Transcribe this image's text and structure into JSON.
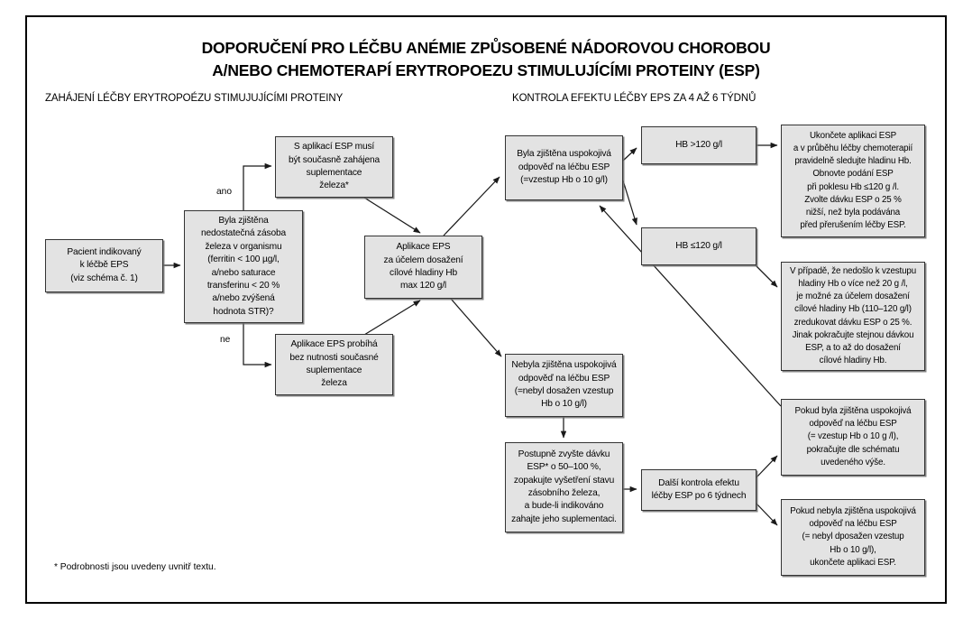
{
  "document": {
    "title_line1": "DOPORUČENÍ PRO LÉČBU ANÉMIE ZPŮSOBENÉ NÁDOROVOU CHOROBOU",
    "title_line2": "A/NEBO CHEMOTERAPÍ ERYTROPOEZU STIMULUJÍCÍMI PROTEINY (ESP)",
    "section_left": "ZAHÁJENÍ LÉČBY ERYTROPOÉZU STIMUJUJÍCÍMI PROTEINY",
    "section_right": "KONTROLA EFEKTU LÉČBY EPS ZA 4 AŽ 6 TÝDNŮ",
    "footnote": "* Podrobnosti jsou uvedeny uvnitř textu."
  },
  "colors": {
    "node_fill": "#e3e3e3",
    "node_border": "#333333",
    "frame_border": "#000000",
    "text": "#000000",
    "page_background": "#ffffff"
  },
  "nodes": {
    "patient_start": "Pacient indikovaný\nk léčbě EPS\n(viz schéma č. 1)",
    "iron_decision": "Byla zjištěna\nnedostatečná zásoba\nželeza v organismu\n(ferritin < 100 µg/l,\na/nebo saturace\ntransferinu < 20 %\na/nebo zvýšená\nhodnota STR)?",
    "iron_supplement_yes": "S aplikací ESP musí\nbýt současně zahájena\nsuplementace\nželeza*",
    "iron_supplement_no": "Aplikace EPS probíhá\nbez nutnosti současné\nsuplementace\nželeza",
    "eps_application": "Aplikace EPS\nza účelem dosažení\ncílové hladiny Hb\nmax 120 g/l",
    "response_yes": "Byla zjištěna uspokojivá\nodpověď na léčbu ESP\n(=vzestup Hb o 10 g/l)",
    "response_no": "Nebyla zjištěna uspokojivá\nodpověď na léčbu ESP\n(=nebyl dosažen vzestup\nHb o 10 g/l)",
    "hb_above": "HB >120 g/l",
    "hb_below": "HB ≤120 g/l",
    "stop_esp": "Ukončete aplikaci ESP\na v průběhu léčby chemoterapií\npravidelně sledujte hladinu Hb.\nObnovte podání ESP\npři poklesu Hb ≤120 g /l.\nZvolte dávku ESP o 25 %\nnižší, než byla podávána\npřed přerušením léčby ESP.",
    "reduce_dose": "V případě, že nedošlo k vzestupu\nhladiny Hb o více než 20 g /l,\nje možné za účelem dosažení\ncílové hladiny Hb (110–120 g/l)\nzredukovat dávku ESP o 25 %.\nJinak pokračujte stejnou dávkou\nESP, a to až do dosažení\ncílové hladiny Hb.",
    "increase_dose": "Postupně zvyšte dávku\nESP* o 50–100 %,\nzopakujte vyšetření stavu\nzásobního železa,\na bude-li indikováno\nzahajte jeho suplementaci.",
    "next_check": "Další kontrola efektu\nléčby ESP po 6 týdnech",
    "outcome_satisfactory": "Pokud byla zjištěna uspokojivá\nodpověď na léčbu ESP\n(= vzestup Hb o 10 g /l),\npokračujte dle schématu\nuvedeného výše.",
    "outcome_unsatisfactory": "Pokud nebyla zjištěna uspokojivá\nodpověď na léčbu ESP\n(= nebyl dposažen vzestup\nHb o 10 g/l),\nukončete aplikaci ESP."
  },
  "edge_labels": {
    "yes": "ano",
    "no": "ne"
  }
}
